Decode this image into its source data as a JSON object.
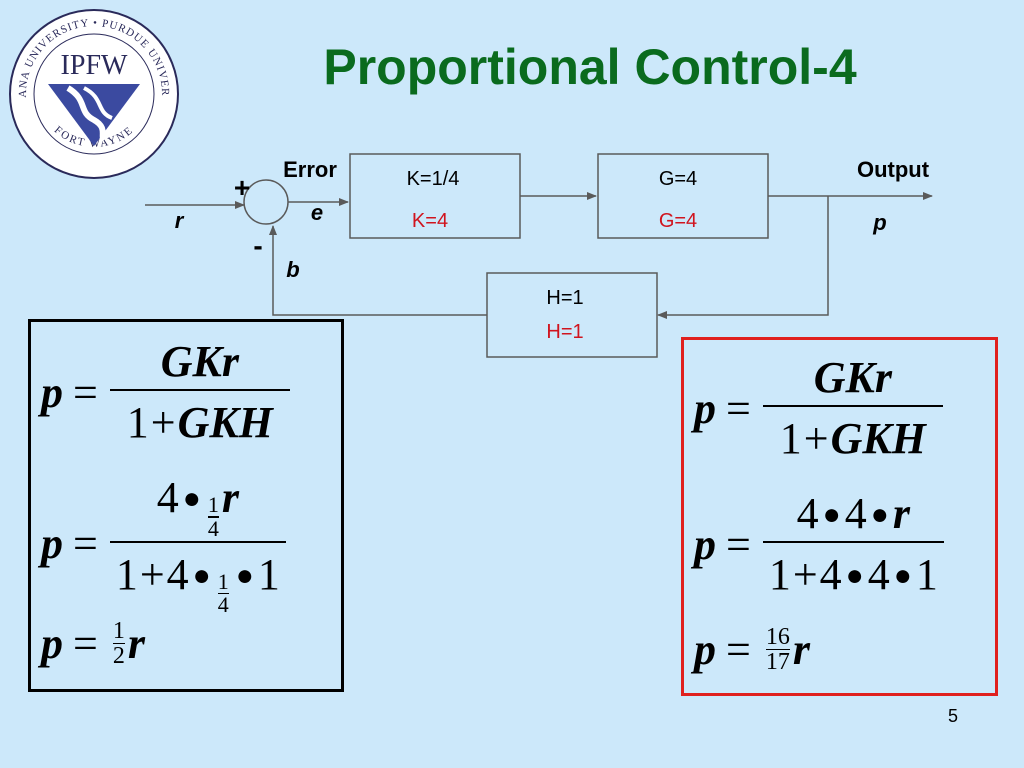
{
  "title": "Proportional Control-4",
  "logo": {
    "name": "IPFW",
    "ring_top": "INDIANA UNIVERSITY • PURDUE UNIVERSITY",
    "ring_bottom": "FORT WAYNE"
  },
  "diagram": {
    "input_label": "r",
    "sum_plus": "+",
    "sum_minus": "-",
    "error_label": "Error",
    "error_symbol": "e",
    "feedback_symbol": "b",
    "output_label": "Output",
    "output_symbol": "p",
    "controller": {
      "old": "K=1/4",
      "new": "K=4"
    },
    "plant": {
      "old": "G=4",
      "new": "G=4"
    },
    "feedback": {
      "old": "H=1",
      "new": "H=1"
    },
    "colors": {
      "new_value": "#d0141e",
      "line": "#5a5a5a",
      "block": "#cce8fa"
    }
  },
  "left_equations": {
    "p": "p",
    "eq": "=",
    "line1": {
      "num": "GKr",
      "one": "1",
      "plus": "+",
      "den": "GKH"
    },
    "line2": {
      "four": "4",
      "dot": "●",
      "q_num": "1",
      "q_den": "4",
      "r": "r",
      "one": "1",
      "plus": "+",
      "four2": "4",
      "dot2": "●",
      "q2_num": "1",
      "q2_den": "4",
      "dot3": "●",
      "one2": "1"
    },
    "line3": {
      "f_num": "1",
      "f_den": "2",
      "r": "r"
    }
  },
  "right_equations": {
    "p": "p",
    "eq": "=",
    "line1": {
      "num": "GKr",
      "one": "1",
      "plus": "+",
      "den": "GKH"
    },
    "line2": {
      "four": "4",
      "dot": "●",
      "four_b": "4",
      "dot_b": "●",
      "r": "r",
      "one": "1",
      "plus": "+",
      "four2": "4",
      "dot2": "●",
      "four3": "4",
      "dot3": "●",
      "one2": "1"
    },
    "line3": {
      "f_num": "16",
      "f_den": "17",
      "r": "r"
    },
    "border_color": "#e0201e"
  },
  "page_number": "5"
}
